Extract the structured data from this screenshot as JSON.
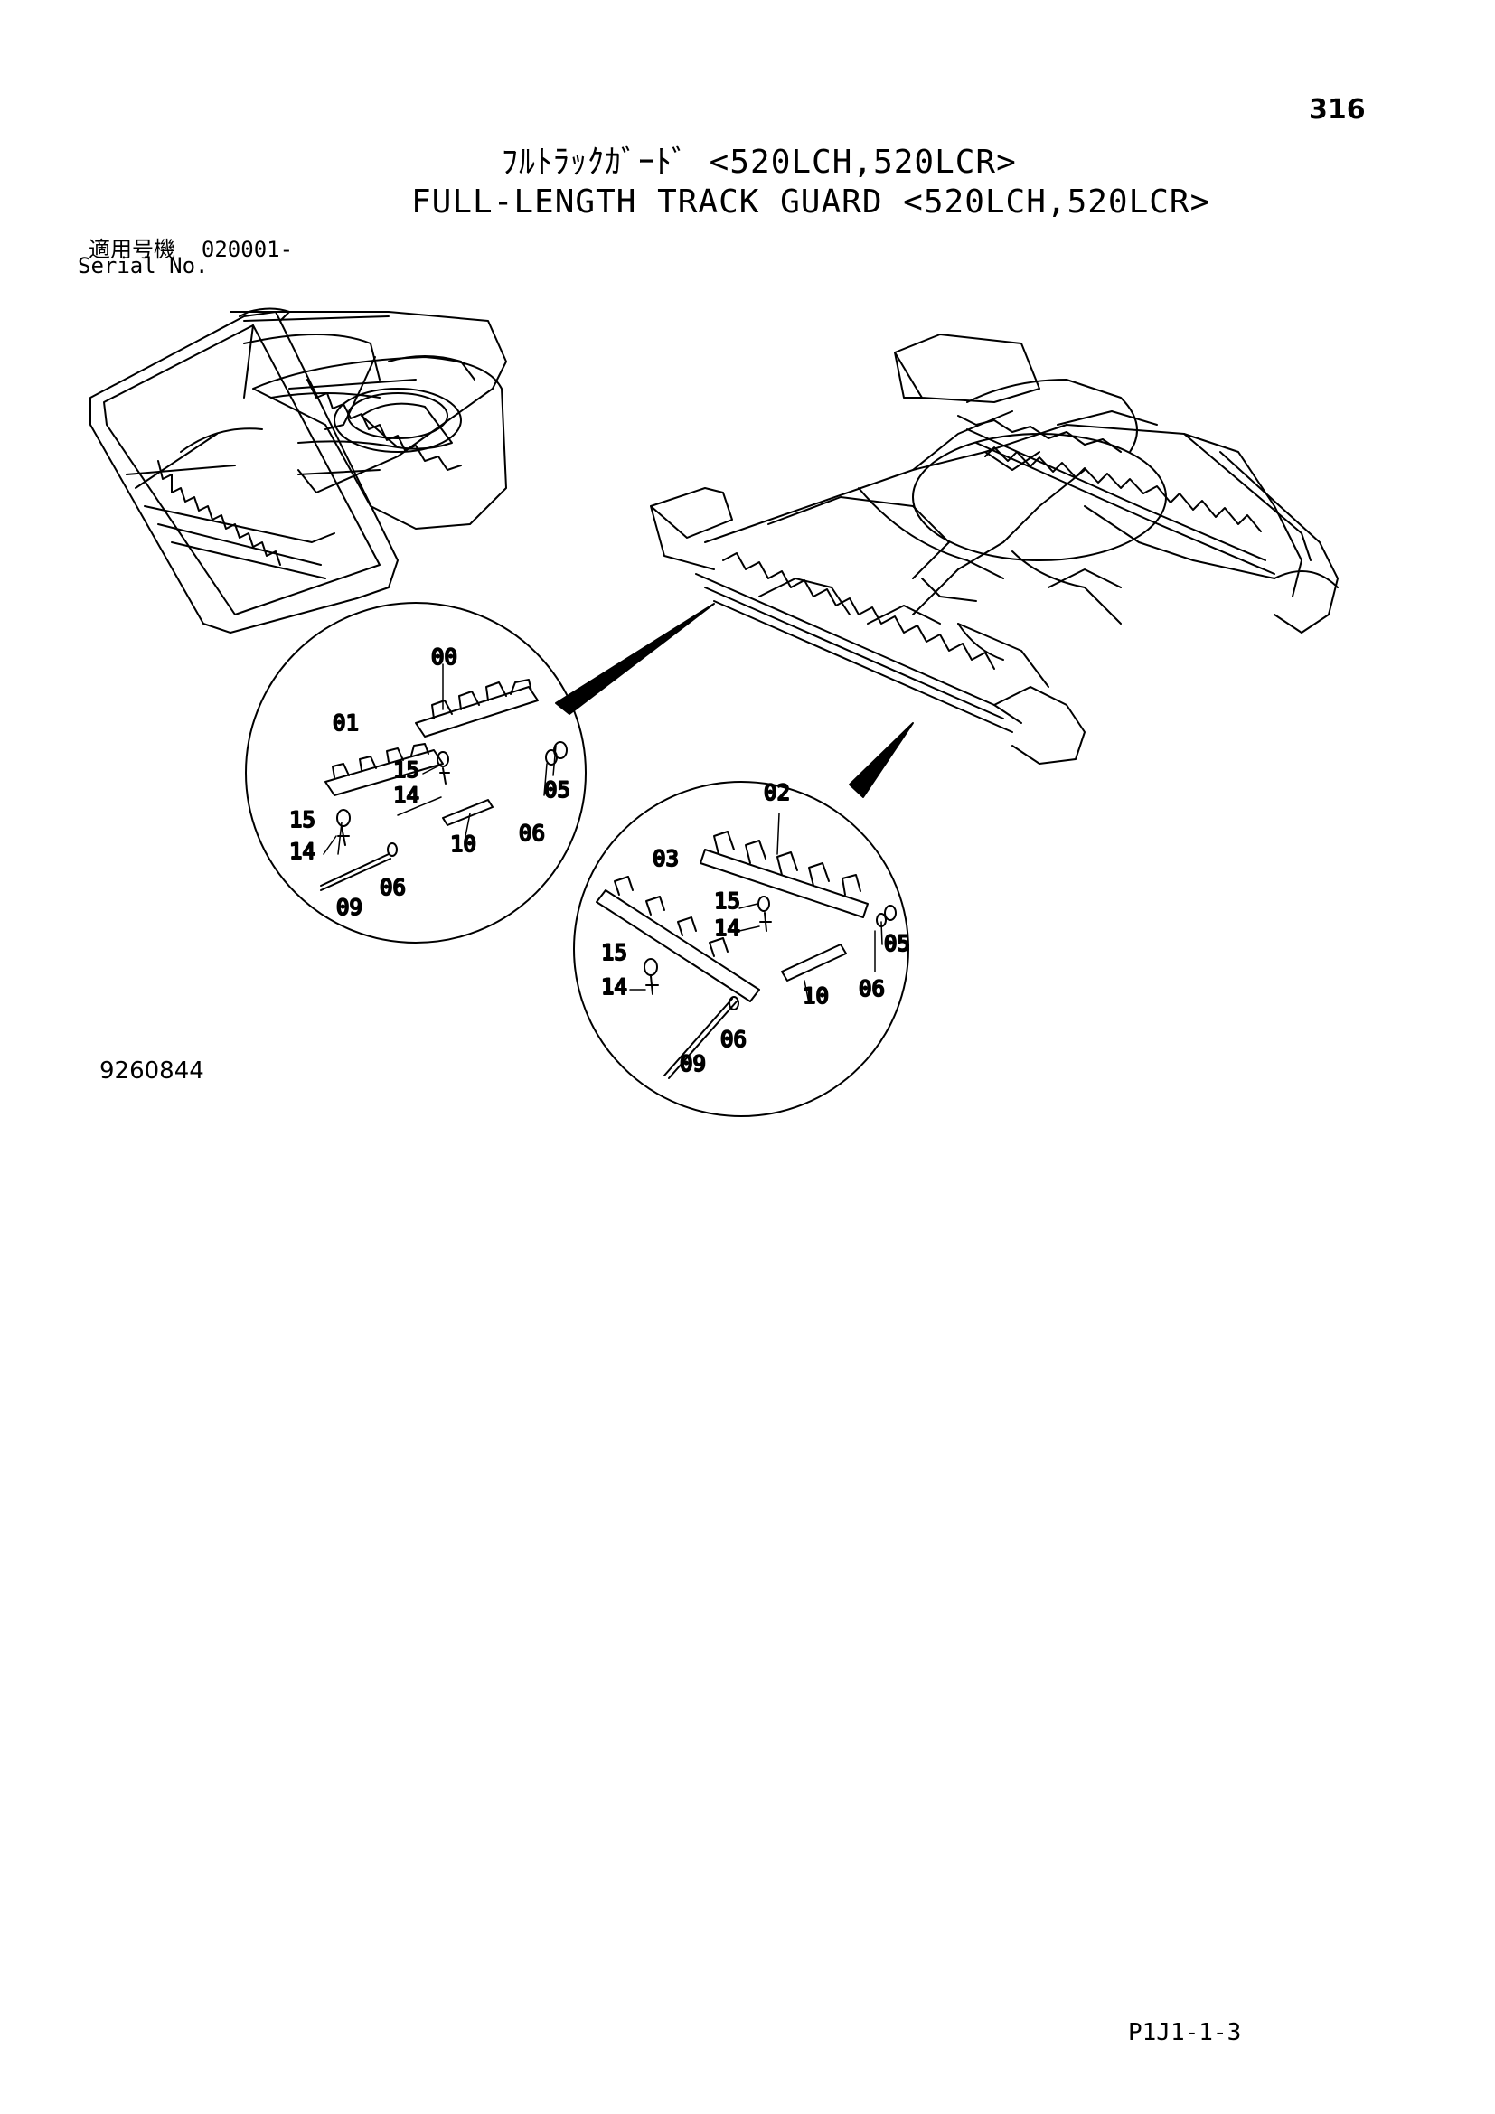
{
  "header": {
    "page_number": "316",
    "title_jp": "ﾌﾙﾄﾗｯｸｶﾞｰﾄﾞ <520LCH,520LCR>",
    "title_en": "FULL-LENGTH TRACK GUARD <520LCH,520LCR>",
    "serial_label_jp": "適用号機",
    "serial_value": "020001-",
    "serial_label_en": "Serial No."
  },
  "detail_left": {
    "callouts": [
      "00",
      "01",
      "15",
      "14",
      "05",
      "06",
      "10",
      "15",
      "14",
      "09",
      "06"
    ]
  },
  "detail_right": {
    "callouts": [
      "02",
      "03",
      "15",
      "14",
      "05",
      "06",
      "10",
      "15",
      "14",
      "09",
      "06"
    ]
  },
  "footer": {
    "drawing_number": "9260844",
    "page_code": "P1J1-1-3"
  }
}
